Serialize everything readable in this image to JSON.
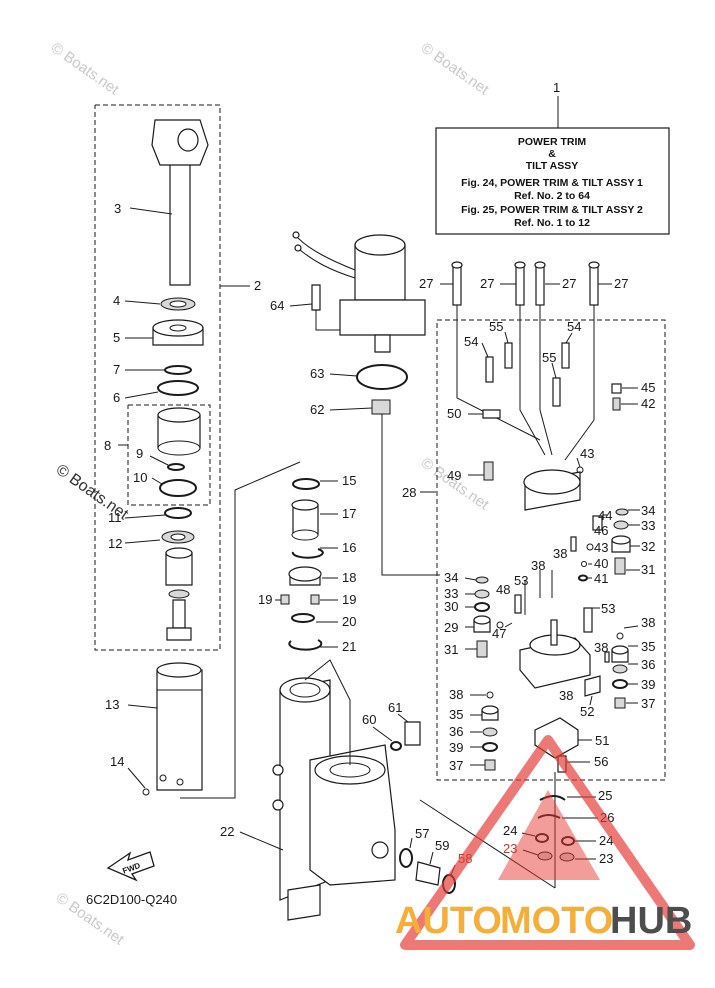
{
  "title_box": {
    "line1": "POWER TRIM",
    "line2": "&",
    "line3": "TILT ASSY",
    "line4": "Fig. 24, POWER TRIM & TILT ASSY 1",
    "line5": "Ref. No. 2 to 64",
    "line6": "Fig. 25, POWER TRIM & TILT ASSY 2",
    "line7": "Ref. No. 1 to 12"
  },
  "diagram_code": "6C2D100-Q240",
  "fwd_label": "FWD",
  "watermarks": {
    "boats": "© Boats.net",
    "brand_auto": "AUTO",
    "brand_moto": "MOTO",
    "brand_hub": "HUB"
  },
  "callouts": {
    "c1": "1",
    "c2": "2",
    "c3": "3",
    "c4": "4",
    "c5": "5",
    "c6": "6",
    "c7": "7",
    "c8": "8",
    "c9": "9",
    "c10": "10",
    "c11": "11",
    "c12": "12",
    "c13": "13",
    "c14": "14",
    "c15": "15",
    "c16": "16",
    "c17": "17",
    "c18": "18",
    "c19a": "19",
    "c19b": "19",
    "c20": "20",
    "c21": "21",
    "c22": "22",
    "c23a": "23",
    "c23b": "23",
    "c24a": "24",
    "c24b": "24",
    "c25": "25",
    "c26": "26",
    "c27a": "27",
    "c27b": "27",
    "c27c": "27",
    "c27d": "27",
    "c28": "28",
    "c29": "29",
    "c30": "30",
    "c31a": "31",
    "c31b": "31",
    "c32": "32",
    "c33a": "33",
    "c33b": "33",
    "c34a": "34",
    "c34b": "34",
    "c35a": "35",
    "c35b": "35",
    "c36a": "36",
    "c36b": "36",
    "c37a": "37",
    "c37b": "37",
    "c38a": "38",
    "c38b": "38",
    "c38c": "38",
    "c38d": "38",
    "c38e": "38",
    "c38f": "38",
    "c39a": "39",
    "c39b": "39",
    "c40": "40",
    "c41": "41",
    "c42": "42",
    "c43a": "43",
    "c43b": "43",
    "c44": "44",
    "c45": "45",
    "c46": "46",
    "c47": "47",
    "c48": "48",
    "c49": "49",
    "c50": "50",
    "c51": "51",
    "c52": "52",
    "c53a": "53",
    "c53b": "53",
    "c54a": "54",
    "c54b": "54",
    "c55a": "55",
    "c55b": "55",
    "c56": "56",
    "c57": "57",
    "c58": "58",
    "c59": "59",
    "c60": "60",
    "c61": "61",
    "c62": "62",
    "c63": "63",
    "c64": "64"
  },
  "colors": {
    "ink": "#1a1a1a",
    "brand_orange": "#f5a623",
    "brand_red": "#e53935",
    "brand_dark": "#3a3a3a"
  }
}
